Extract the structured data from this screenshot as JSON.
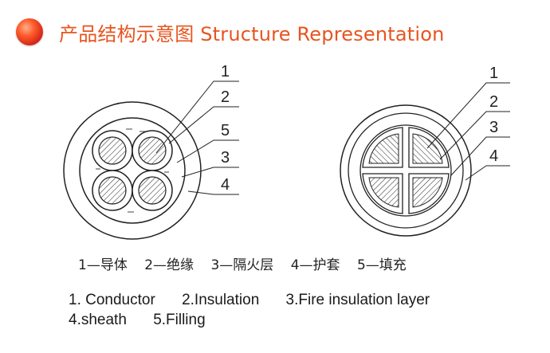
{
  "header": {
    "title": "产品结构示意图  Structure Representation",
    "bullet_color": "#e0301e",
    "title_color": "#e8541e",
    "bullet_icon": "red-sphere-bullet"
  },
  "diagram_left": {
    "callouts": [
      "1",
      "2",
      "5",
      "3",
      "4"
    ]
  },
  "diagram_right": {
    "callouts": [
      "1",
      "2",
      "3",
      "4"
    ]
  },
  "legend_cn": [
    "1—导体",
    "2—绝缘",
    "3—隔火层",
    "4—护套",
    "5—填充"
  ],
  "legend_en": {
    "row1": [
      "1. Conductor",
      "2.Insulation",
      "3.Fire insulation layer"
    ],
    "row2": [
      "4.sheath",
      "5.Filling"
    ]
  }
}
